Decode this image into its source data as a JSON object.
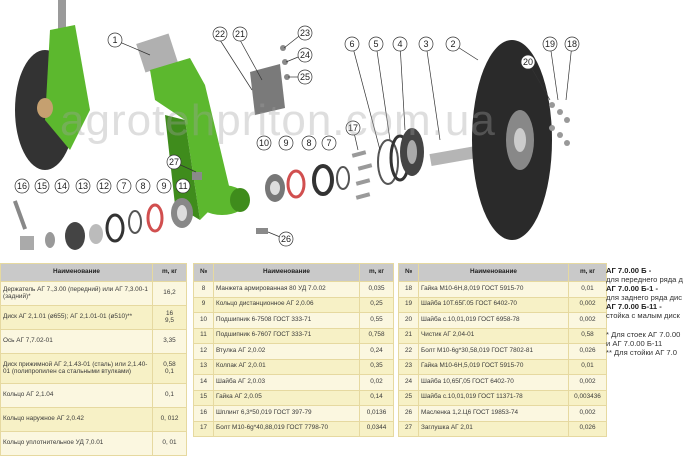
{
  "diagram": {
    "callouts": [
      "1",
      "2",
      "3",
      "4",
      "5",
      "6",
      "7",
      "8",
      "9",
      "10",
      "11",
      "12",
      "13",
      "14",
      "15",
      "16",
      "17",
      "18",
      "19",
      "20",
      "21",
      "22",
      "23",
      "24",
      "25",
      "26",
      "27"
    ]
  },
  "table1": {
    "headers": [
      "Наименование",
      "m, кг"
    ],
    "rows": [
      {
        "name": "Держатель АГ 7.,3.00 (передний) или АГ 7,3.00-1 (задний)*",
        "qty": "16,2"
      },
      {
        "name": "Диск АГ 2,1.01 (ø655); АГ 2,1.01-01 (ø510)**",
        "qty": "16\n9,5"
      },
      {
        "name": "Ось АГ 7,7.02-01",
        "qty": "3,35"
      },
      {
        "name": "Диск прижимной АГ 2,1.43-01 (сталь) или 2,1.40-01 (полипропилен са стальными втулками)",
        "qty": "0,58\n0,1"
      },
      {
        "name": "Кольцо АГ 2,1.04",
        "qty": "0,1"
      },
      {
        "name": "Кольцо наружное АГ 2,0.42",
        "qty": "0, 012"
      },
      {
        "name": "Кольцо уплотнительное УД 7,0.01",
        "qty": "0, 01"
      }
    ]
  },
  "table2": {
    "headers": [
      "№",
      "Наименование",
      "m, кг"
    ],
    "rows": [
      {
        "num": "8",
        "name": "Манжета армированная 80 УД 7.0.02",
        "qty": "0,035"
      },
      {
        "num": "9",
        "name": "Кольцо дистанционное АГ 2,0.06",
        "qty": "0,25"
      },
      {
        "num": "10",
        "name": "Подшипник 6-7508 ГОСТ 333-71",
        "qty": "0,55"
      },
      {
        "num": "11",
        "name": "Подшипник 6-7607 ГОСТ 333-71",
        "qty": "0,758"
      },
      {
        "num": "12",
        "name": "Втулка АГ 2,0.02",
        "qty": "0,24"
      },
      {
        "num": "13",
        "name": "Колпак АГ 2,0.01",
        "qty": "0,35"
      },
      {
        "num": "14",
        "name": "Шайба АГ 2,0.03",
        "qty": "0,02"
      },
      {
        "num": "15",
        "name": "Гайка АГ 2,0.05",
        "qty": "0,14"
      },
      {
        "num": "16",
        "name": "Шплинт 6,3*50,019 ГОСТ 397-79",
        "qty": "0,0136"
      },
      {
        "num": "17",
        "name": "Болт М10-6g*40,88,019 ГОСТ 7798-70",
        "qty": "0,0344"
      }
    ]
  },
  "table3": {
    "headers": [
      "№",
      "Наименование",
      "m, кг"
    ],
    "rows": [
      {
        "num": "18",
        "name": "Гайка М10-6Н,8,019 ГОСТ 5915-70",
        "qty": "0,01"
      },
      {
        "num": "19",
        "name": "Шайба 10Т.65Г.05 ГОСТ 6402-70",
        "qty": "0,002"
      },
      {
        "num": "20",
        "name": "Шайба с.10,01,019 ГОСТ 6958-78",
        "qty": "0,002"
      },
      {
        "num": "21",
        "name": "Чистик АГ 2,04-01",
        "qty": "0,58"
      },
      {
        "num": "22",
        "name": "Болт М10-6g*30,58,019 ГОСТ 7802-81",
        "qty": "0,026"
      },
      {
        "num": "23",
        "name": "Гайка М10-6Н,5,019 ГОСТ 5915-70",
        "qty": "0,01"
      },
      {
        "num": "24",
        "name": "Шайба 10,65Г,05 ГОСТ 6402-70",
        "qty": "0,002"
      },
      {
        "num": "25",
        "name": "Шайба с.10,01,019 ГОСТ 11371-78",
        "qty": "0,003436"
      },
      {
        "num": "26",
        "name": "Масленка 1,2.Ц6 ГОСТ 19853-74",
        "qty": "0,002"
      },
      {
        "num": "27",
        "name": "Заглушка АГ 2,01",
        "qty": "0,026"
      }
    ]
  },
  "notes": {
    "line1": "АГ 7.0.00 Б -",
    "line2": "для переднего ряда д",
    "line3": "АГ 7.0.00 Б-1 -",
    "line4": "для заднего ряда дис",
    "line5": "АГ 7.0.00 Б-11 -",
    "line6": "стойка с малым диск",
    "line7": "* Для стоек АГ 7.0.00",
    "line8": "и АГ 7.0.00 Б-11",
    "line9": "** Для стойки АГ 7.0"
  },
  "watermark": "agrotehpriton.com.ua",
  "colors": {
    "green": "#5cb82e",
    "dark_green": "#3f8c1c",
    "disk": "#2a2a2a",
    "header_gray": "#c9c9c9",
    "row_yellow": "#f7f1c6"
  }
}
